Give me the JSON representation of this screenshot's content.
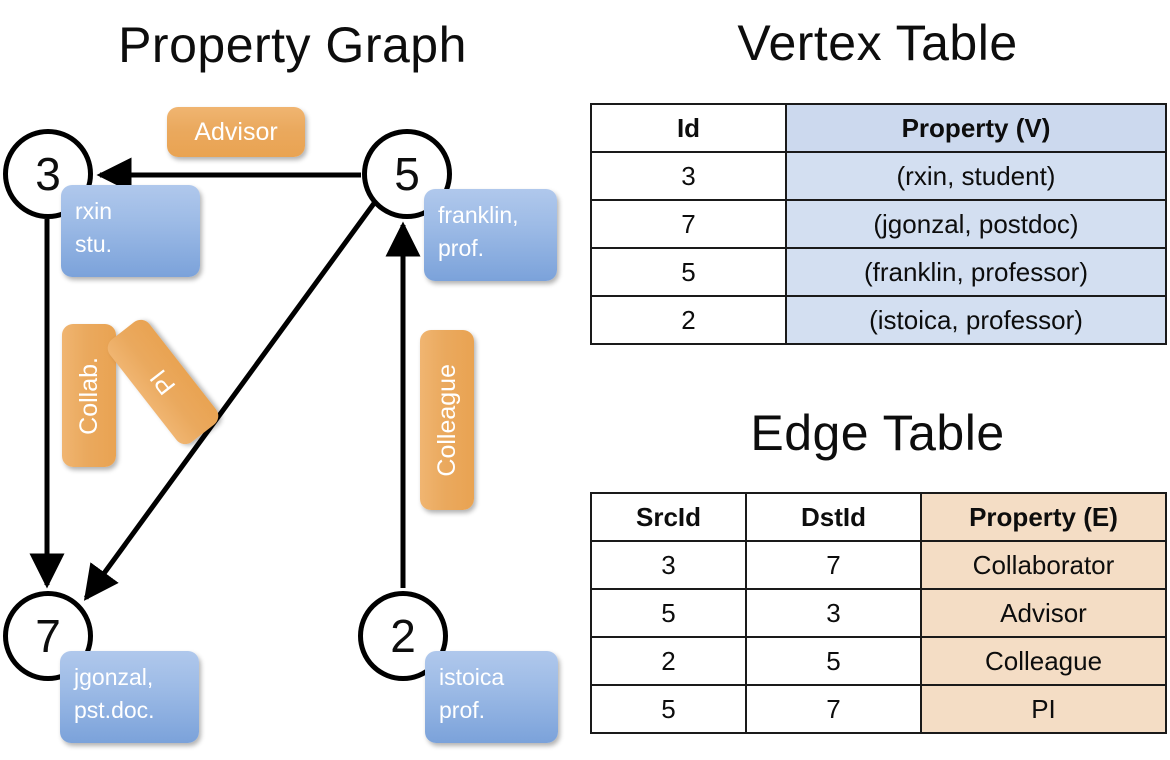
{
  "graph": {
    "title": "Property Graph",
    "nodes": [
      {
        "id": "3",
        "property": "rxin\nstu."
      },
      {
        "id": "5",
        "property": "franklin,\nprof."
      },
      {
        "id": "7",
        "property": "jgonzal,\npst.doc."
      },
      {
        "id": "2",
        "property": "istoica\nprof."
      }
    ],
    "node_labels": {
      "n3": "3",
      "n5": "5",
      "n7": "7",
      "n2": "2"
    },
    "vertex_boxes": {
      "rxin_line1": "rxin",
      "rxin_line2": "stu.",
      "franklin_line1": "franklin,",
      "franklin_line2": "prof.",
      "jgonzal_line1": "jgonzal,",
      "jgonzal_line2": "pst.doc.",
      "istoica_line1": "istoica",
      "istoica_line2": "prof."
    },
    "edge_labels": {
      "advisor": "Advisor",
      "collab": "Collab.",
      "pi": "PI",
      "colleague": "Colleague"
    },
    "colors": {
      "vertex_box": "#9dbbe6",
      "edge_box": "#eaa95e",
      "stroke": "#000000",
      "background": "#ffffff"
    }
  },
  "vertex_table": {
    "title": "Vertex Table",
    "columns": [
      "Id",
      "Property (V)"
    ],
    "rows": [
      {
        "id": "3",
        "property": "(rxin, student)"
      },
      {
        "id": "7",
        "property": "(jgonzal, postdoc)"
      },
      {
        "id": "5",
        "property": "(franklin, professor)"
      },
      {
        "id": "2",
        "property": "(istoica, professor)"
      }
    ],
    "property_cell_color": "#d3dff1"
  },
  "edge_table": {
    "title": "Edge Table",
    "columns": [
      "SrcId",
      "DstId",
      "Property (E)"
    ],
    "rows": [
      {
        "src": "3",
        "dst": "7",
        "property": "Collaborator"
      },
      {
        "src": "5",
        "dst": "3",
        "property": "Advisor"
      },
      {
        "src": "2",
        "dst": "5",
        "property": "Colleague"
      },
      {
        "src": "5",
        "dst": "7",
        "property": "PI"
      }
    ],
    "property_cell_color": "#f4ddc5"
  }
}
